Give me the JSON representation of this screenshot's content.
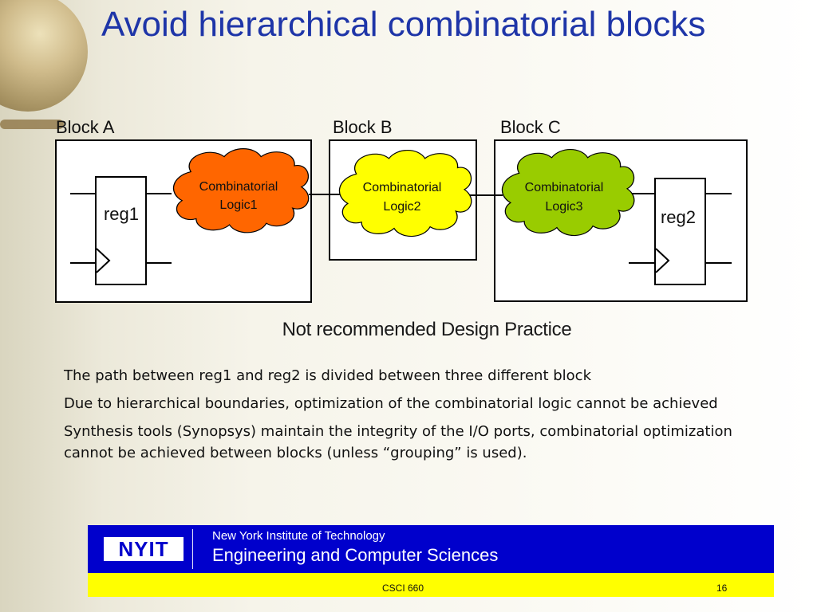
{
  "slide": {
    "title": "Avoid hierarchical combinatorial blocks",
    "caption": "Not recommended  Design Practice",
    "bullets": [
      "The path between reg1 and reg2 is divided between three different block",
      "Due to hierarchical boundaries, optimization of the combinatorial logic cannot be achieved",
      "Synthesis tools (Synopsys) maintain the integrity of the I/O ports, combinatorial optimization cannot be achieved between blocks (unless “grouping” is used)."
    ]
  },
  "diagram": {
    "blocks": [
      {
        "label": "Block A"
      },
      {
        "label": "Block B"
      },
      {
        "label": "Block C"
      }
    ],
    "registers": [
      {
        "label": "reg1"
      },
      {
        "label": "reg2"
      }
    ],
    "clouds": [
      {
        "line1": "Combinatorial",
        "line2": "Logic1",
        "fill": "#ff6600"
      },
      {
        "line1": "Combinatorial",
        "line2": "Logic2",
        "fill": "#ffff00"
      },
      {
        "line1": "Combinatorial",
        "line2": "Logic3",
        "fill": "#99cc00"
      }
    ]
  },
  "footer": {
    "logo": "NYIT",
    "institution": "New York Institute of Technology",
    "department": "Engineering and Computer Sciences",
    "course": "CSCI 660",
    "page": "16",
    "colors": {
      "band": "#0000cc",
      "strip": "#ffff00"
    }
  }
}
